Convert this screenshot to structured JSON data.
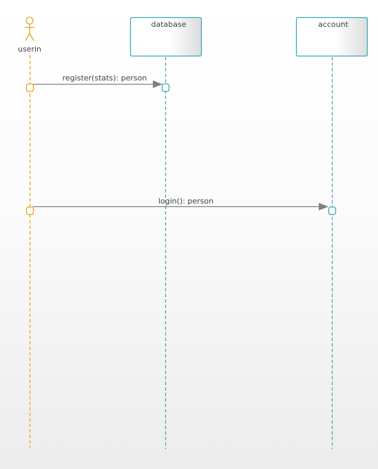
{
  "diagram": {
    "type": "sequence",
    "colors": {
      "actor": "#e8a317",
      "object": "#3aa8b5",
      "message": "#808080",
      "text": "#404040"
    },
    "participants": [
      {
        "id": "userin",
        "kind": "actor",
        "label": "userin",
        "icon": "stick-figure-icon"
      },
      {
        "id": "database",
        "kind": "object",
        "label": "database"
      },
      {
        "id": "account",
        "kind": "object",
        "label": "account"
      }
    ],
    "messages": [
      {
        "from": "userin",
        "to": "database",
        "label": "register(stats): person"
      },
      {
        "from": "userin",
        "to": "account",
        "label": "login(): person"
      }
    ]
  }
}
